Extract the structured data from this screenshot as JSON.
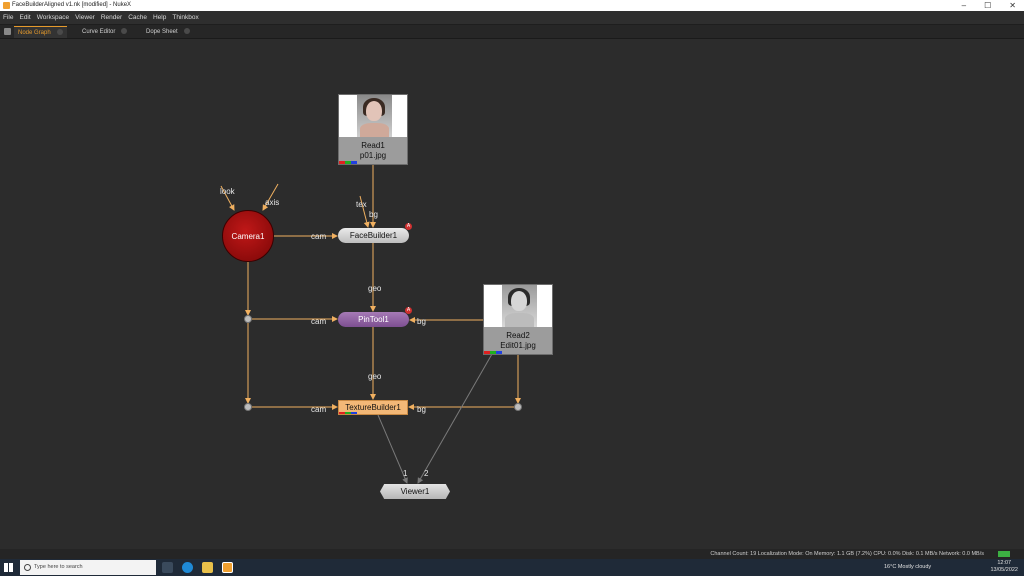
{
  "window": {
    "title": "FaceBuilderAligned v1.nk [modified] - NukeX"
  },
  "menu": [
    "File",
    "Edit",
    "Workspace",
    "Viewer",
    "Render",
    "Cache",
    "Help",
    "Thinkbox"
  ],
  "tabs": [
    {
      "label": "Node Graph",
      "active": true
    },
    {
      "label": "Curve Editor",
      "active": false
    },
    {
      "label": "Dope Sheet",
      "active": false
    }
  ],
  "nodes": {
    "read1": {
      "name": "Read1",
      "file": "p01.jpg"
    },
    "read2": {
      "name": "Read2",
      "file": "Edit01.jpg"
    },
    "camera": {
      "name": "Camera1"
    },
    "facebuilder": {
      "name": "FaceBuilder1"
    },
    "pintool": {
      "name": "PinTool1"
    },
    "texturebuilder": {
      "name": "TextureBuilder1"
    },
    "viewer": {
      "name": "Viewer1"
    }
  },
  "pipe_labels": {
    "look": "look",
    "axis": "axis",
    "tex": "tex",
    "bg": "bg",
    "cam": "cam",
    "geo": "geo",
    "in1": "1",
    "in2": "2"
  },
  "badge": "A",
  "status": "Channel Count: 19  Localization Mode: On  Memory: 1.1 GB (7.2%)  CPU: 0.0%  Disk: 0.1 MB/s  Network: 0.0 MB/s",
  "taskbar": {
    "search_placeholder": "Type here to search",
    "weather": "16°C  Mostly cloudy",
    "time": "12:07",
    "date": "13/05/2022"
  },
  "colors": {
    "accent": "#e59a2c",
    "pipe": "#f0b060",
    "camera": "#b01010",
    "pintool": "#8e5ea3",
    "texturebuilder": "#f3b877"
  }
}
